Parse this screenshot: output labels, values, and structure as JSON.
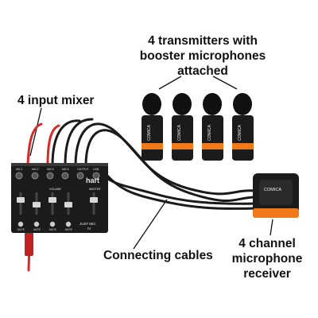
{
  "labels": {
    "transmitters": [
      "4 transmitters with",
      "booster microphones",
      "attached"
    ],
    "mixer": "4 input mixer",
    "cables": "Connecting cables",
    "receiver": [
      "4 channel",
      "microphone",
      "receiver"
    ]
  },
  "mixer": {
    "brand": "hart",
    "model": [
      "JUST MIC",
      "IV"
    ],
    "channel_labels": [
      "MIC1",
      "MIC2",
      "MIC3",
      "MIC4",
      "OUTPUT",
      "USB"
    ],
    "section_labels": [
      "VOLUME",
      "MASTER"
    ],
    "mute_labels": [
      "MUTE",
      "MUTE",
      "MUTE",
      "MUTE"
    ]
  },
  "transmitters": {
    "count": 4,
    "brand": "COMICA",
    "accent_color": "#f07a1a"
  },
  "receiver": {
    "brand": "COMICA",
    "accent_color": "#f07a1a"
  },
  "colors": {
    "cable_red": "#d42a2a",
    "device_black": "#1b1b1b"
  }
}
